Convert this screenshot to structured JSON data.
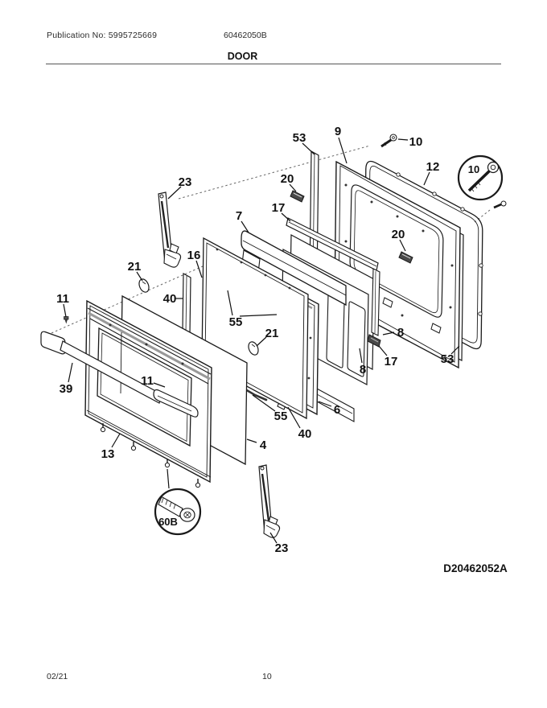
{
  "header": {
    "publication": "Publication No: 5995725669",
    "document_number": "60462050B",
    "title": "DOOR"
  },
  "footer": {
    "date": "02/21",
    "page": "10"
  },
  "diagram": {
    "drawing_number": "D20462052A",
    "detail_10": {
      "label": "10"
    },
    "detail_60b": {
      "label": "60B"
    },
    "callouts": [
      {
        "label": "53"
      },
      {
        "label": "9"
      },
      {
        "label": "10"
      },
      {
        "label": "12"
      },
      {
        "label": "20"
      },
      {
        "label": "23"
      },
      {
        "label": "17"
      },
      {
        "label": "7"
      },
      {
        "label": "20"
      },
      {
        "label": "16"
      },
      {
        "label": "21"
      },
      {
        "label": "11"
      },
      {
        "label": "40"
      },
      {
        "label": "55"
      },
      {
        "label": "21"
      },
      {
        "label": "8"
      },
      {
        "label": "53"
      },
      {
        "label": "17"
      },
      {
        "label": "8"
      },
      {
        "label": "11"
      },
      {
        "label": "39"
      },
      {
        "label": "6"
      },
      {
        "label": "55"
      },
      {
        "label": "40"
      },
      {
        "label": "4"
      },
      {
        "label": "13"
      },
      {
        "label": "23"
      }
    ],
    "colors": {
      "ink": "#1a1a1a",
      "paper": "#ffffff"
    }
  }
}
